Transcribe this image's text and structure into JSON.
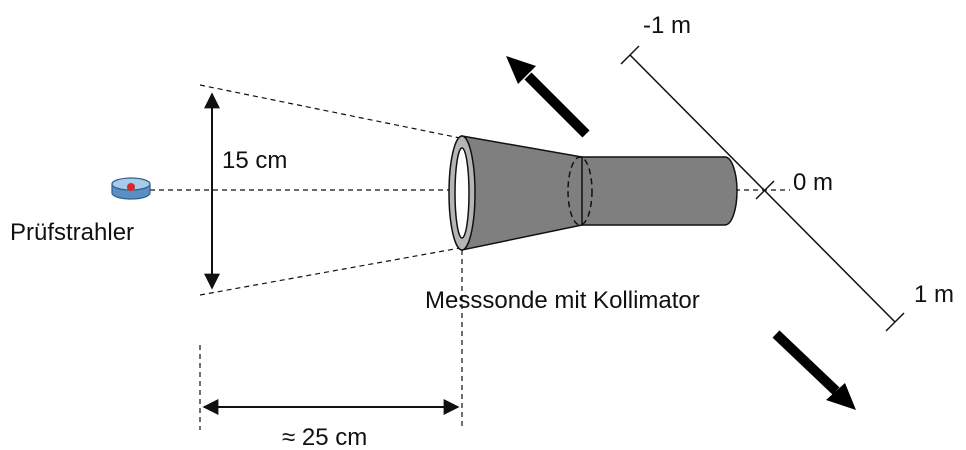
{
  "labels": {
    "source": "Prüfstrahler",
    "beam_width": "15 cm",
    "probe": "Messsonde mit Kollimator",
    "distance": "≈ 25 cm",
    "scale_minus": "-1 m",
    "scale_zero": "0 m",
    "scale_plus": "1 m"
  },
  "colors": {
    "probe_body": "#7f7f7f",
    "probe_rim": "#b5b5b5",
    "source_body": "#6fa6d8",
    "source_dot": "#d9262b",
    "lines": "#111111"
  }
}
